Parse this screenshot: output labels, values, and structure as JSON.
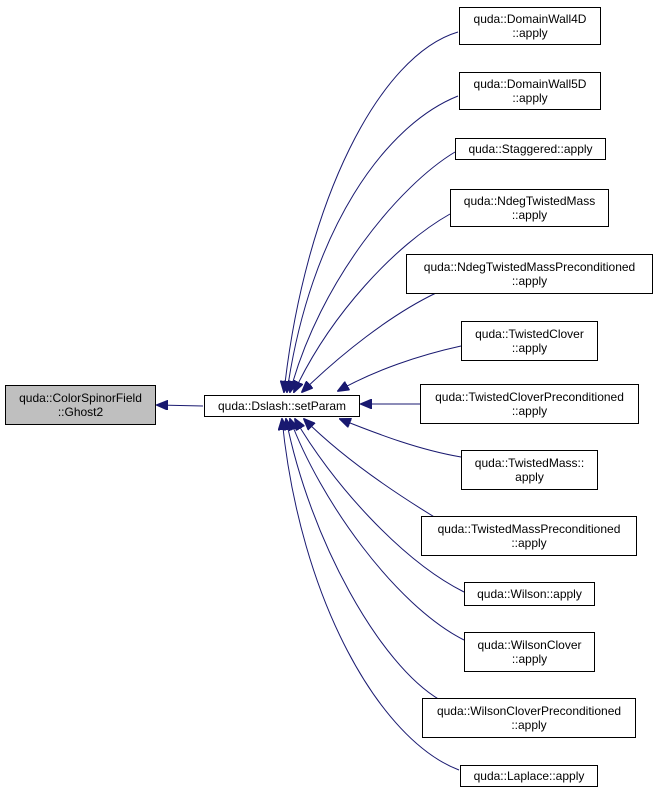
{
  "colors": {
    "edge": "#191970",
    "root_fill": "#bfbfbf",
    "node_fill": "#ffffff",
    "node_border": "#000000"
  },
  "root": {
    "line1": "quda::ColorSpinorField",
    "line2": "::Ghost2"
  },
  "center": {
    "line1": "quda::Dslash::setParam"
  },
  "callers": [
    {
      "line1": "quda::DomainWall4D",
      "line2": "::apply"
    },
    {
      "line1": "quda::DomainWall5D",
      "line2": "::apply"
    },
    {
      "line1": "quda::Staggered::apply"
    },
    {
      "line1": "quda::NdegTwistedMass",
      "line2": "::apply"
    },
    {
      "line1": "quda::NdegTwistedMassPreconditioned",
      "line2": "::apply"
    },
    {
      "line1": "quda::TwistedClover",
      "line2": "::apply"
    },
    {
      "line1": "quda::TwistedCloverPreconditioned",
      "line2": "::apply"
    },
    {
      "line1": "quda::TwistedMass::",
      "line2": "apply"
    },
    {
      "line1": "quda::TwistedMassPreconditioned",
      "line2": "::apply"
    },
    {
      "line1": "quda::Wilson::apply"
    },
    {
      "line1": "quda::WilsonClover",
      "line2": "::apply"
    },
    {
      "line1": "quda::WilsonCloverPreconditioned",
      "line2": "::apply"
    },
    {
      "line1": "quda::Laplace::apply"
    }
  ]
}
